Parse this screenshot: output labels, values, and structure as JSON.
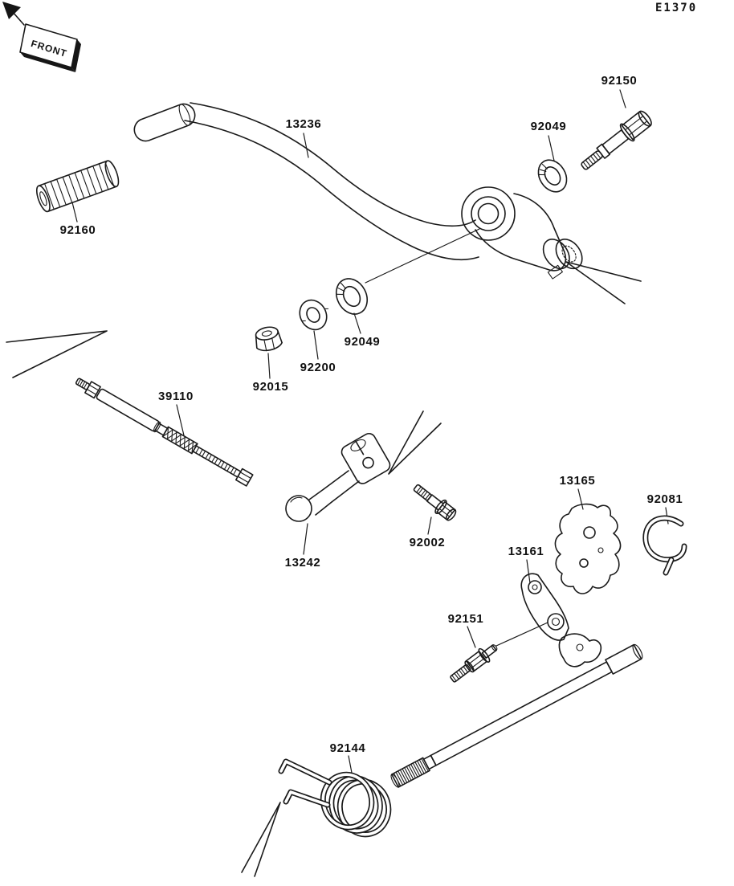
{
  "page": {
    "code": "E1370",
    "front_label": "FRONT",
    "background": "#ffffff",
    "line_color": "#1a1a1a"
  },
  "parts": [
    {
      "number": "13236"
    },
    {
      "number": "92150"
    },
    {
      "number": "92049"
    },
    {
      "number": "92160"
    },
    {
      "number": "92049"
    },
    {
      "number": "92200"
    },
    {
      "number": "92015"
    },
    {
      "number": "39110"
    },
    {
      "number": "13242"
    },
    {
      "number": "92002"
    },
    {
      "number": "13165"
    },
    {
      "number": "92081"
    },
    {
      "number": "13161"
    },
    {
      "number": "92151"
    },
    {
      "number": "92144"
    }
  ]
}
